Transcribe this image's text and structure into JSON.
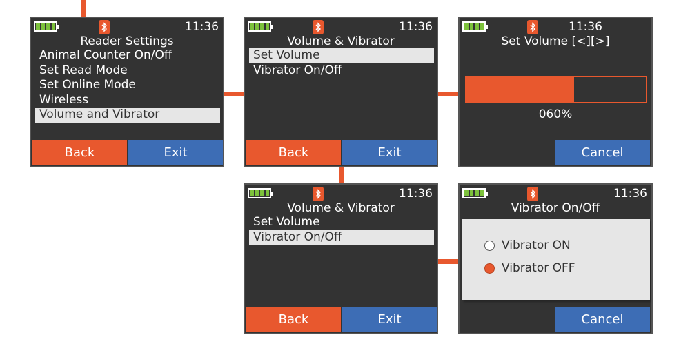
{
  "status": {
    "time": "11:36"
  },
  "colors": {
    "accent": "#e8582e",
    "button_blue": "#3d6db5",
    "screen_bg": "#333333",
    "battery_green": "#7dc23c"
  },
  "screens": {
    "reader_settings": {
      "title": "Reader Settings",
      "items": [
        "Animal Counter On/Off",
        "Set Read Mode",
        "Set Online Mode",
        "Wireless",
        "Volume and Vibrator"
      ],
      "selected": "Volume and Vibrator",
      "back": "Back",
      "exit": "Exit"
    },
    "volume_vibrator_1": {
      "title": "Volume & Vibrator",
      "items": [
        "Set Volume",
        "Vibrator On/Off"
      ],
      "selected": "Set Volume",
      "back": "Back",
      "exit": "Exit"
    },
    "set_volume": {
      "title": "Set Volume [<][>]",
      "volume_percent_label": "060%",
      "volume_level": 0.6,
      "cancel": "Cancel"
    },
    "volume_vibrator_2": {
      "title": "Volume & Vibrator",
      "items": [
        "Set Volume",
        "Vibrator On/Off"
      ],
      "selected": "Vibrator On/Off",
      "back": "Back",
      "exit": "Exit"
    },
    "vibrator_onoff": {
      "title": "Vibrator On/Off",
      "options": [
        "Vibrator ON",
        "Vibrator OFF"
      ],
      "selected": "Vibrator OFF",
      "cancel": "Cancel"
    }
  }
}
